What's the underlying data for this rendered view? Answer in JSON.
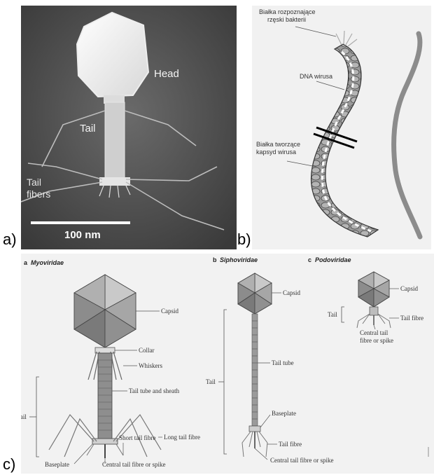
{
  "panel_letters": {
    "a": "a)",
    "b": "b)",
    "c": "c)"
  },
  "photo": {
    "head_label": "Head",
    "tail_label": "Tail",
    "tail_fibers_label_1": "Tail",
    "tail_fibers_label_2": "fibers",
    "scalebar_label": "100 nm"
  },
  "panel_b": {
    "proteins_recognize_1": "Białka rozpoznające",
    "proteins_recognize_2": "rzęski bakterii",
    "dna_label": "DNA wirusa",
    "capsid_proteins_1": "Białka tworzące",
    "capsid_proteins_2": "kapsyd wirusa"
  },
  "panel_c": {
    "myo": {
      "letter": "a",
      "title": "Myoviridae",
      "capsid": "Capsid",
      "collar": "Collar",
      "whiskers": "Whiskers",
      "tail_tube": "Tail tube and sheath",
      "tail": "Tail",
      "long_fibre": "Long tail fibre",
      "short_fibre": "Short tail fibre",
      "baseplate": "Baseplate",
      "central": "Central tail fibre or spike"
    },
    "sipho": {
      "letter": "b",
      "title": "Siphoviridae",
      "capsid": "Capsid",
      "tail_tube": "Tail tube",
      "tail": "Tail",
      "baseplate": "Baseplate",
      "tail_fibre": "Tail fibre",
      "central": "Central tail fibre or spike"
    },
    "podo": {
      "letter": "c",
      "title": "Podoviridae",
      "capsid": "Capsid",
      "tail": "Tail",
      "tail_fibre": "Tail fibre",
      "central_1": "Central tail",
      "central_2": "fibre or spike"
    }
  }
}
